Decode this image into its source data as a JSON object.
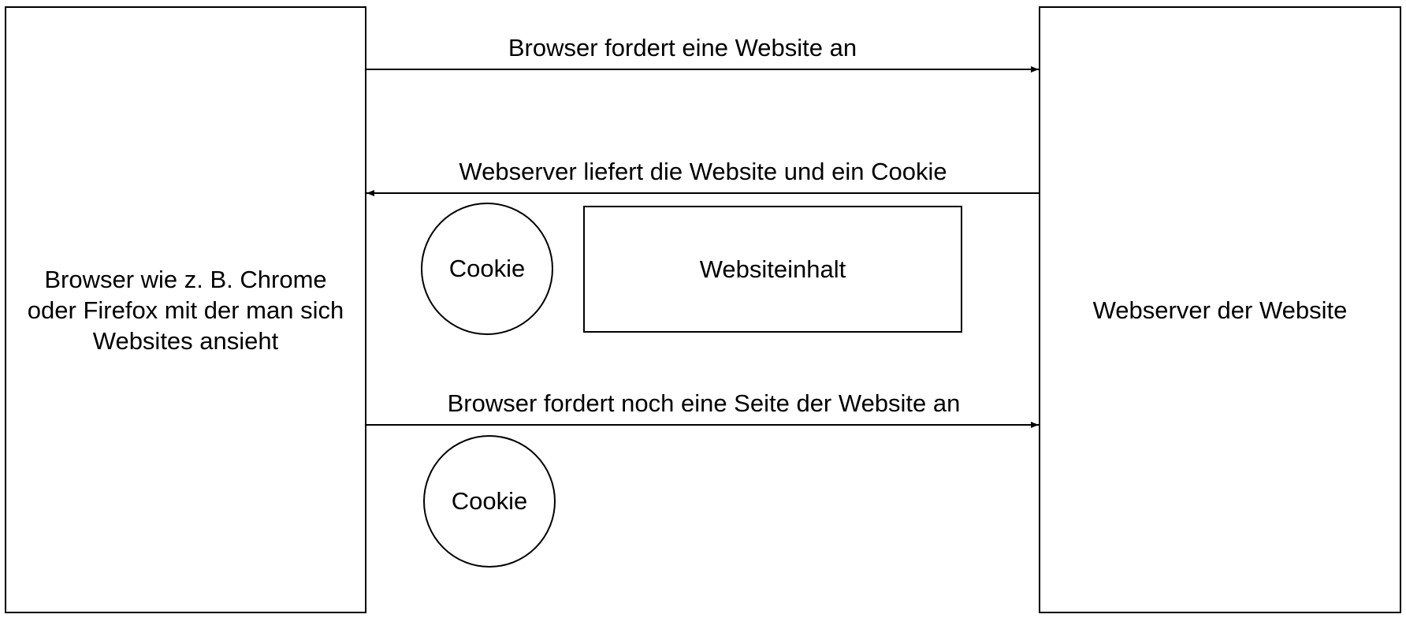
{
  "browser_box": {
    "label": "Browser wie z. B. Chrome oder Firefox mit der man sich Websites ansieht"
  },
  "server_box": {
    "label": "Webserver der Website"
  },
  "arrows": [
    {
      "label": "Browser fordert eine Website an",
      "direction": "to-server"
    },
    {
      "label": "Webserver liefert die Website und ein Cookie",
      "direction": "to-browser"
    },
    {
      "label": "Browser fordert noch eine Seite der Website an",
      "direction": "to-server"
    }
  ],
  "response": {
    "cookie_label": "Cookie",
    "content_label": "Websiteinhalt"
  },
  "second_request": {
    "cookie_label": "Cookie"
  }
}
